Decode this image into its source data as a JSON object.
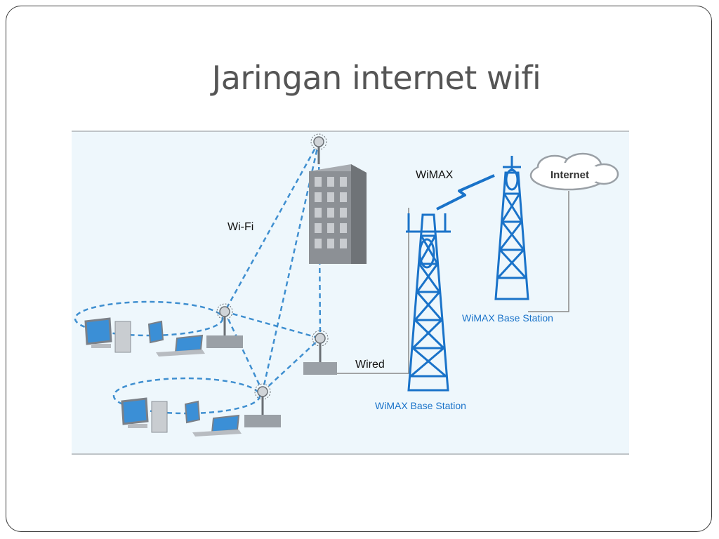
{
  "slide": {
    "title": "Jaringan internet wifi"
  },
  "diagram": {
    "labels": {
      "wifi": "Wi-Fi",
      "wimax": "WiMAX",
      "internet": "Internet",
      "wired": "Wired",
      "base_station_right": "WiMAX Base Station",
      "base_station_center": "WiMAX Base Station"
    },
    "colors": {
      "background": "#eef7fc",
      "dashed_link": "#3f8fd0",
      "tower": "#1a73c9",
      "label_blue": "#1a73c9",
      "wired_line": "#888888",
      "building": "#8c9095"
    }
  }
}
